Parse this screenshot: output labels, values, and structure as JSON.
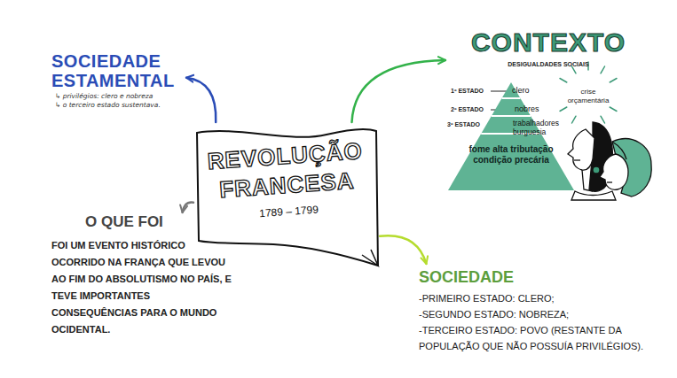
{
  "diagram": {
    "nodes": [
      {
        "text": [
          "SOCIEDADE ESTAMENTAL",
          "↳ privilégios: clero e nobreza",
          "↳ o terceiro estado sustentava."
        ]
      },
      {
        "text": [
          "CONTEXTO",
          "DESIGUALDADES SOCIAIS"
        ]
      },
      {
        "text": [
          "fome alta tributação condição precária"
        ],
        "in": 1
      },
      {
        "text": [
          "REVOLUÇÃO FRANCESA",
          "1789 – 1799"
        ]
      },
      {
        "text": [
          "O QUE FOI",
          "FOI UM EVENTO HISTÓRICO OCORRIDO NA FRANÇA QUE LEVOU AO FIM DO ABSOLUTISMO NO PAÍS, E TEVE IMPORTANTES CONSEQUÊNCIAS PARA O MUNDO OCIDENTAL."
        ]
      },
      {
        "text": [
          "SOCIEDADE",
          "-PRIMEIRO ESTADO: CLERO;",
          "-SEGUNDO ESTADO: NOBREZA;",
          "-TERCEIRO ESTADO: POVO (RESTANTE DA POPULAÇÃO QUE NÃO POSSUÍA PRIVILÉGIOS)."
        ]
      }
    ],
    "edges": [
      {
        "from": 3,
        "to": 0,
        "arrow": "to"
      },
      {
        "from": 3,
        "to": 1,
        "arrow": "to"
      },
      {
        "from": 3,
        "to": 4,
        "arrow": "to"
      },
      {
        "from": 3,
        "to": 5,
        "arrow": "to"
      }
    ],
    "labels": [
      "1º ESTADO",
      "clero",
      "2º ESTADO",
      "nobres",
      "3º ESTADO",
      "trabalhadores burguesia",
      "crise orçamentária"
    ]
  }
}
